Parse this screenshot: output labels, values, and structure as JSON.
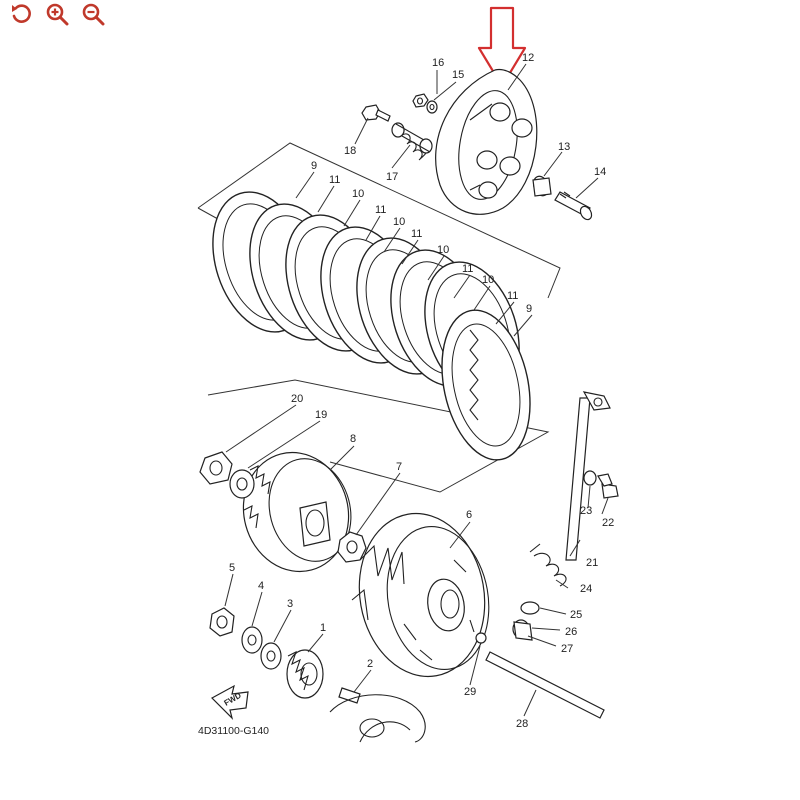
{
  "toolbar": {
    "accent_color": "#c0392b",
    "buttons": [
      {
        "name": "rotate-button",
        "icon": "rotate-ccw-icon"
      },
      {
        "name": "zoom-in-button",
        "icon": "zoom-in-icon"
      },
      {
        "name": "zoom-out-button",
        "icon": "zoom-out-icon"
      }
    ]
  },
  "diagram": {
    "drawing_code": "4D31100-G140",
    "fwd_label": "FWD",
    "highlight_arrow_color": "#d32f2f",
    "labels": {
      "l1": "1",
      "l2": "2",
      "l3": "3",
      "l4": "4",
      "l5": "5",
      "l6": "6",
      "l7": "7",
      "l8": "8",
      "l9a": "9",
      "l9b": "9",
      "l10a": "10",
      "l10b": "10",
      "l10c": "10",
      "l10d": "10",
      "l11a": "11",
      "l11b": "11",
      "l11c": "11",
      "l11d": "11",
      "l11e": "11",
      "l12": "12",
      "l13": "13",
      "l14": "14",
      "l15": "15",
      "l16": "16",
      "l17": "17",
      "l18": "18",
      "l19": "19",
      "l20": "20",
      "l21": "21",
      "l22": "22",
      "l23": "23",
      "l24": "24",
      "l25": "25",
      "l26": "26",
      "l27": "27",
      "l28": "28",
      "l29": "29"
    }
  }
}
